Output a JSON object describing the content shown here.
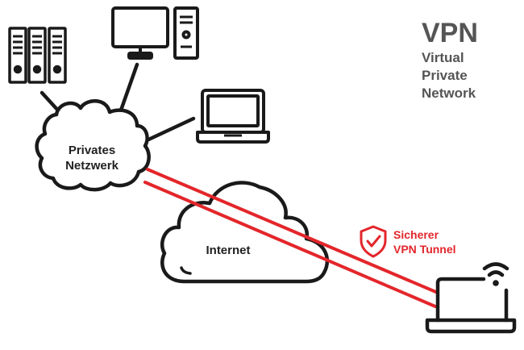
{
  "title": {
    "abbr": "VPN",
    "lines": [
      "Virtual",
      "Private",
      "Network"
    ]
  },
  "nodes": {
    "private_network": {
      "lines": [
        "Privates",
        "Netzwerk"
      ]
    },
    "internet": {
      "label": "Internet"
    },
    "tunnel": {
      "lines": [
        "Sicherer",
        "VPN Tunnel"
      ]
    }
  },
  "icons": {
    "server": "server-rack-icon",
    "desktop": "desktop-computer-icon",
    "laptop": "laptop-icon",
    "remote_laptop": "laptop-wifi-icon",
    "shield": "shield-check-icon"
  },
  "colors": {
    "ink": "#1a1a1a",
    "title": "#555555",
    "tunnel": "#e3262b"
  }
}
